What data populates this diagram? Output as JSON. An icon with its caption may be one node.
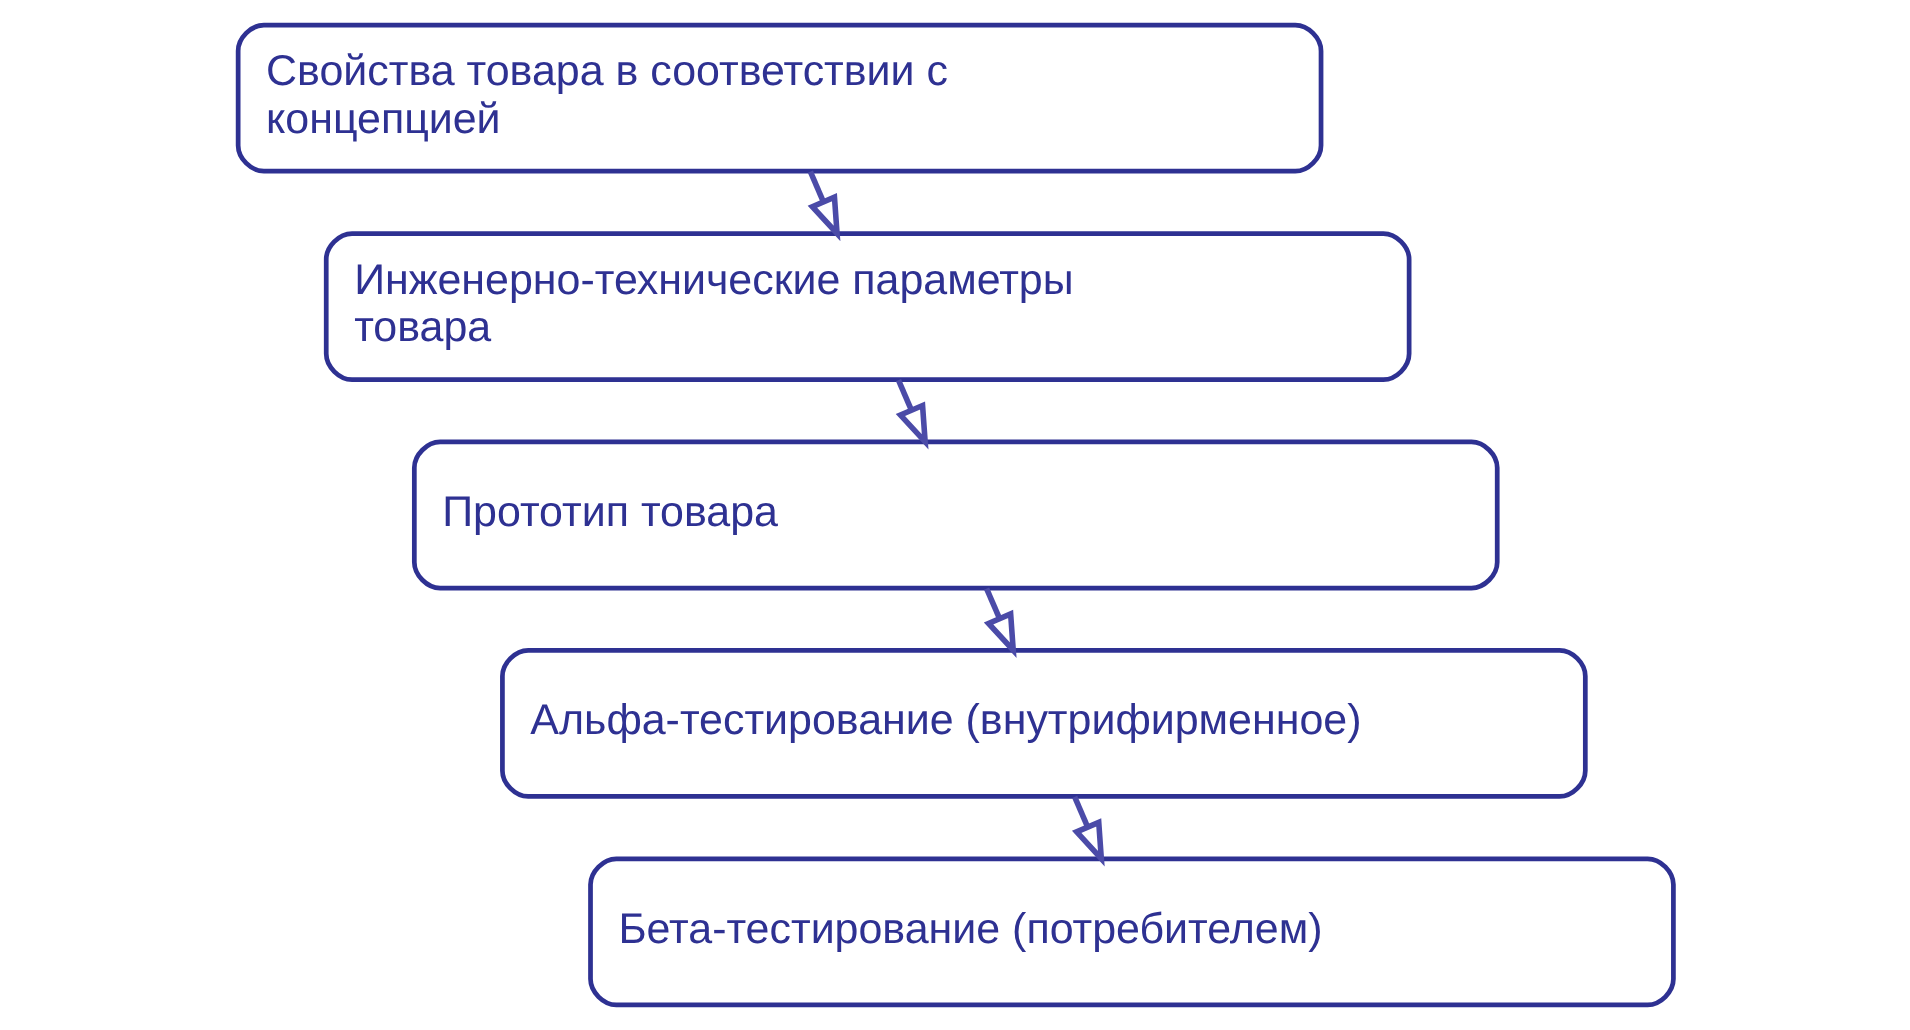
{
  "diagram": {
    "nodes": [
      {
        "text": [
          "Свойства товара в соответствии с концепцией"
        ]
      },
      {
        "text": [
          "Инженерно-технические параметры товара"
        ]
      },
      {
        "text": [
          "Прототип товара"
        ]
      },
      {
        "text": [
          "Альфа-тестирование (внутрифирменное)"
        ]
      },
      {
        "text": [
          "Бета-тестирование (потребителем)"
        ]
      }
    ],
    "edges": [
      {
        "from": 0,
        "to": 1,
        "arrow": "to"
      },
      {
        "from": 1,
        "to": 2,
        "arrow": "to"
      },
      {
        "from": 2,
        "to": 3,
        "arrow": "to"
      },
      {
        "from": 3,
        "to": 4,
        "arrow": "to"
      }
    ]
  }
}
